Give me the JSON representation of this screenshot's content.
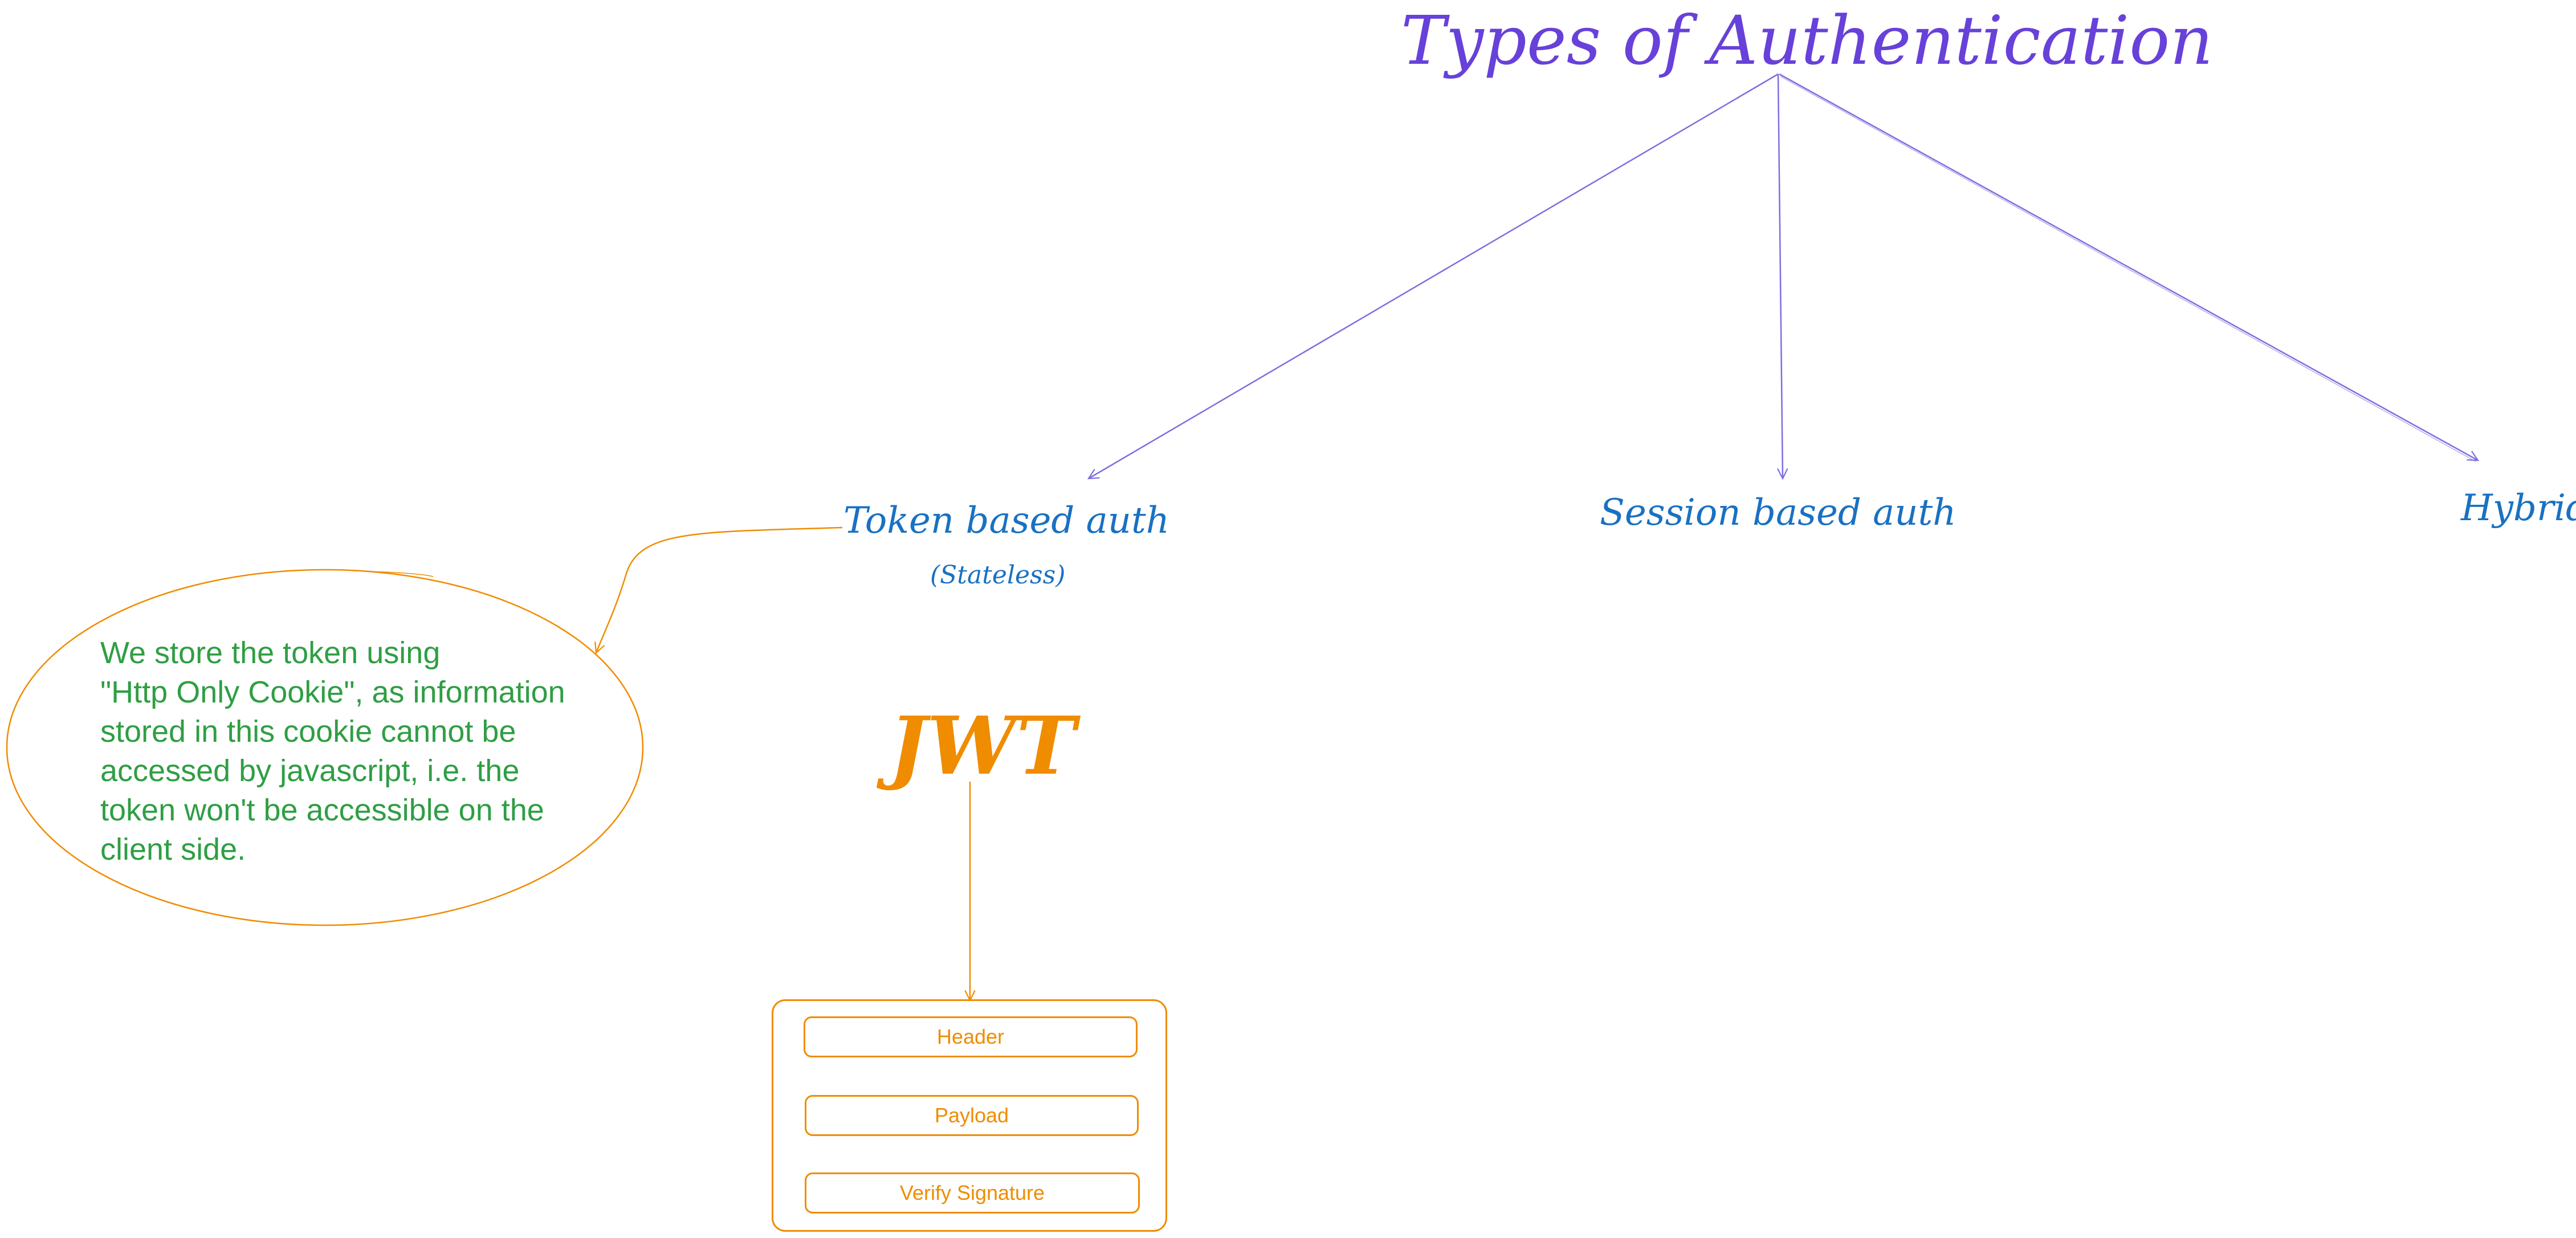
{
  "diagram": {
    "title": "Types of Authentication",
    "branches": [
      {
        "label": "Token based auth",
        "sublabel": "(Stateless)"
      },
      {
        "label": "Session based auth"
      },
      {
        "label": "Hybrid"
      }
    ],
    "note": "We store the token using\n\"Http Only Cookie\", as information\nstored in this cookie cannot be\naccessed by javascript, i.e. the\ntoken won't be accessible on the\nclient side.",
    "jwt": {
      "label": "JWT",
      "fields": [
        "Header",
        "Payload",
        "Verify Signature"
      ]
    },
    "colors": {
      "title": "#6741d9",
      "branch_labels": "#1971c2",
      "note_text": "#2f9e44",
      "jwt": "#f08c00",
      "arrows_title": "#7b6fe0",
      "arrows_jwt": "#f08c00"
    }
  }
}
